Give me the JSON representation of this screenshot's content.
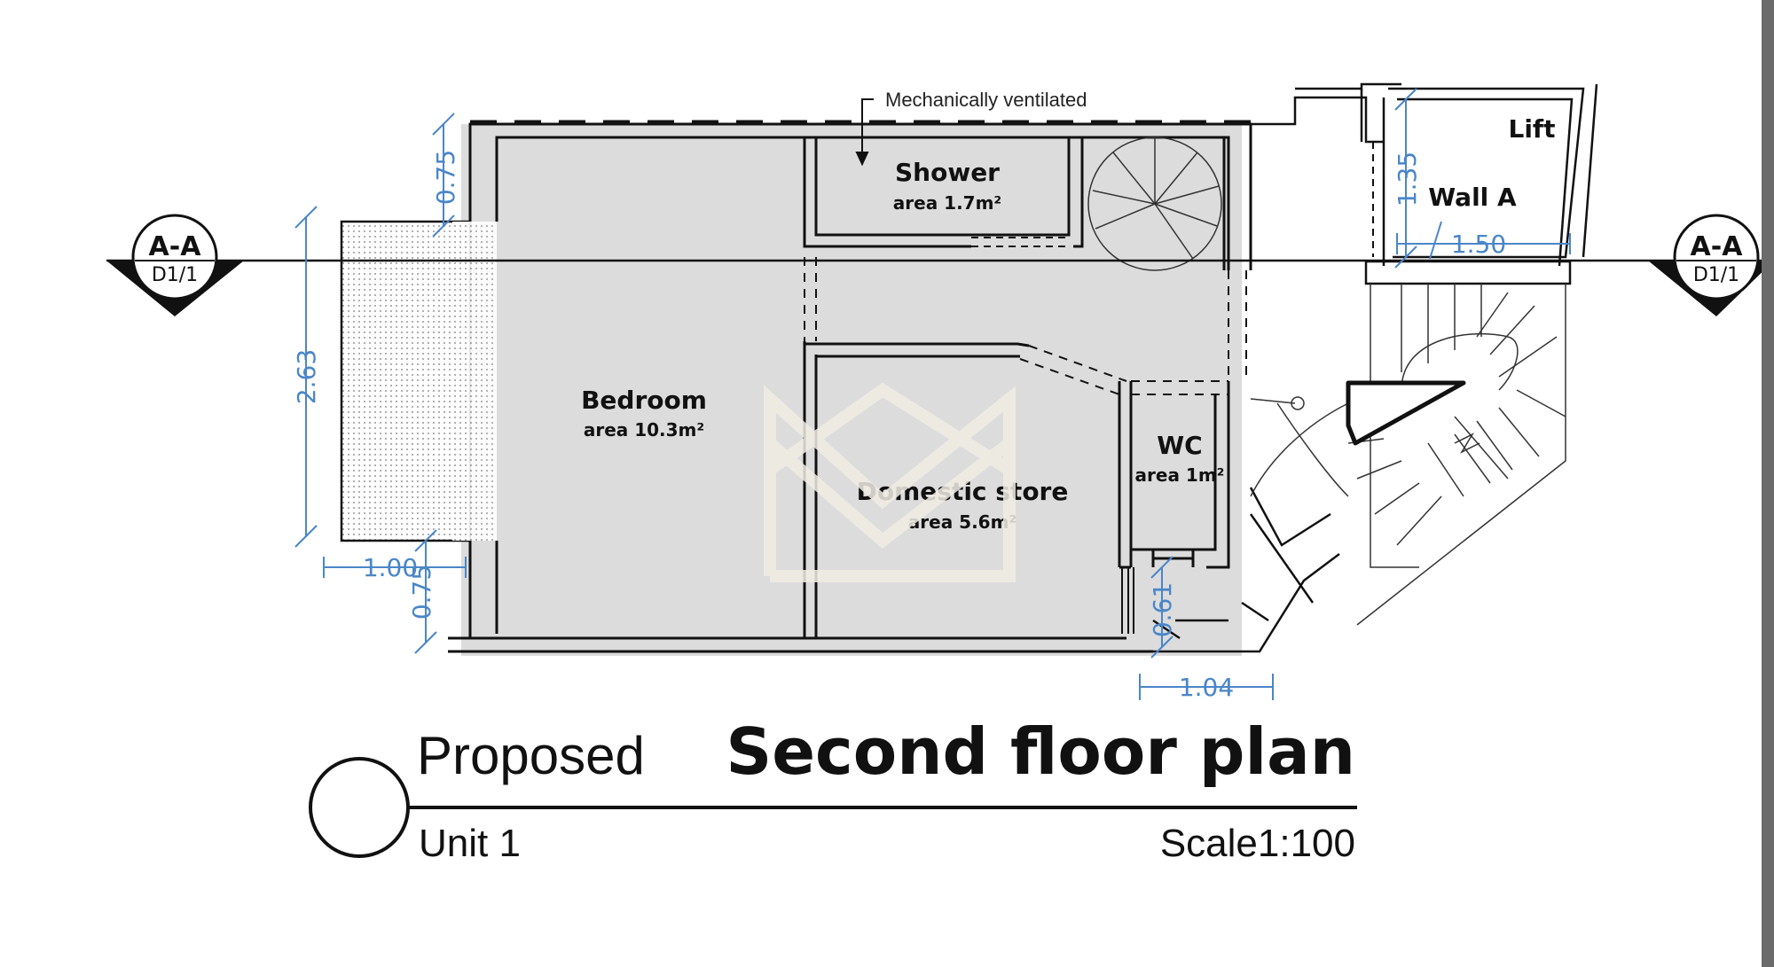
{
  "note": "Mechanically ventilated",
  "rooms": {
    "shower": {
      "name": "Shower",
      "area": "area 1.7m²"
    },
    "bedroom": {
      "name": "Bedroom",
      "area": "area 10.3m²"
    },
    "store": {
      "name": "Domestic store",
      "area": "area 5.6m²"
    },
    "wc": {
      "name": "WC",
      "area": "area 1m²"
    },
    "lift": {
      "name": "Lift"
    },
    "wall": {
      "name": "Wall A"
    }
  },
  "dimensions": {
    "d075_top": "0.75",
    "d263": "2.63",
    "d100": "1.00",
    "d075_bottom": "0.75",
    "d061": "0.61",
    "d104": "1.04",
    "d135": "1.35",
    "d150": "1.50"
  },
  "section_markers": {
    "left": {
      "label": "A-A",
      "ref": "D1/1"
    },
    "right": {
      "label": "A-A",
      "ref": "D1/1"
    }
  },
  "title_block": {
    "status": "Proposed",
    "title": "Second floor plan",
    "unit": "Unit 1",
    "scale": "Scale1:100"
  },
  "colors": {
    "dimension": "#4a86c8",
    "floor_fill": "#dcdcdc",
    "wall": "#111111"
  }
}
